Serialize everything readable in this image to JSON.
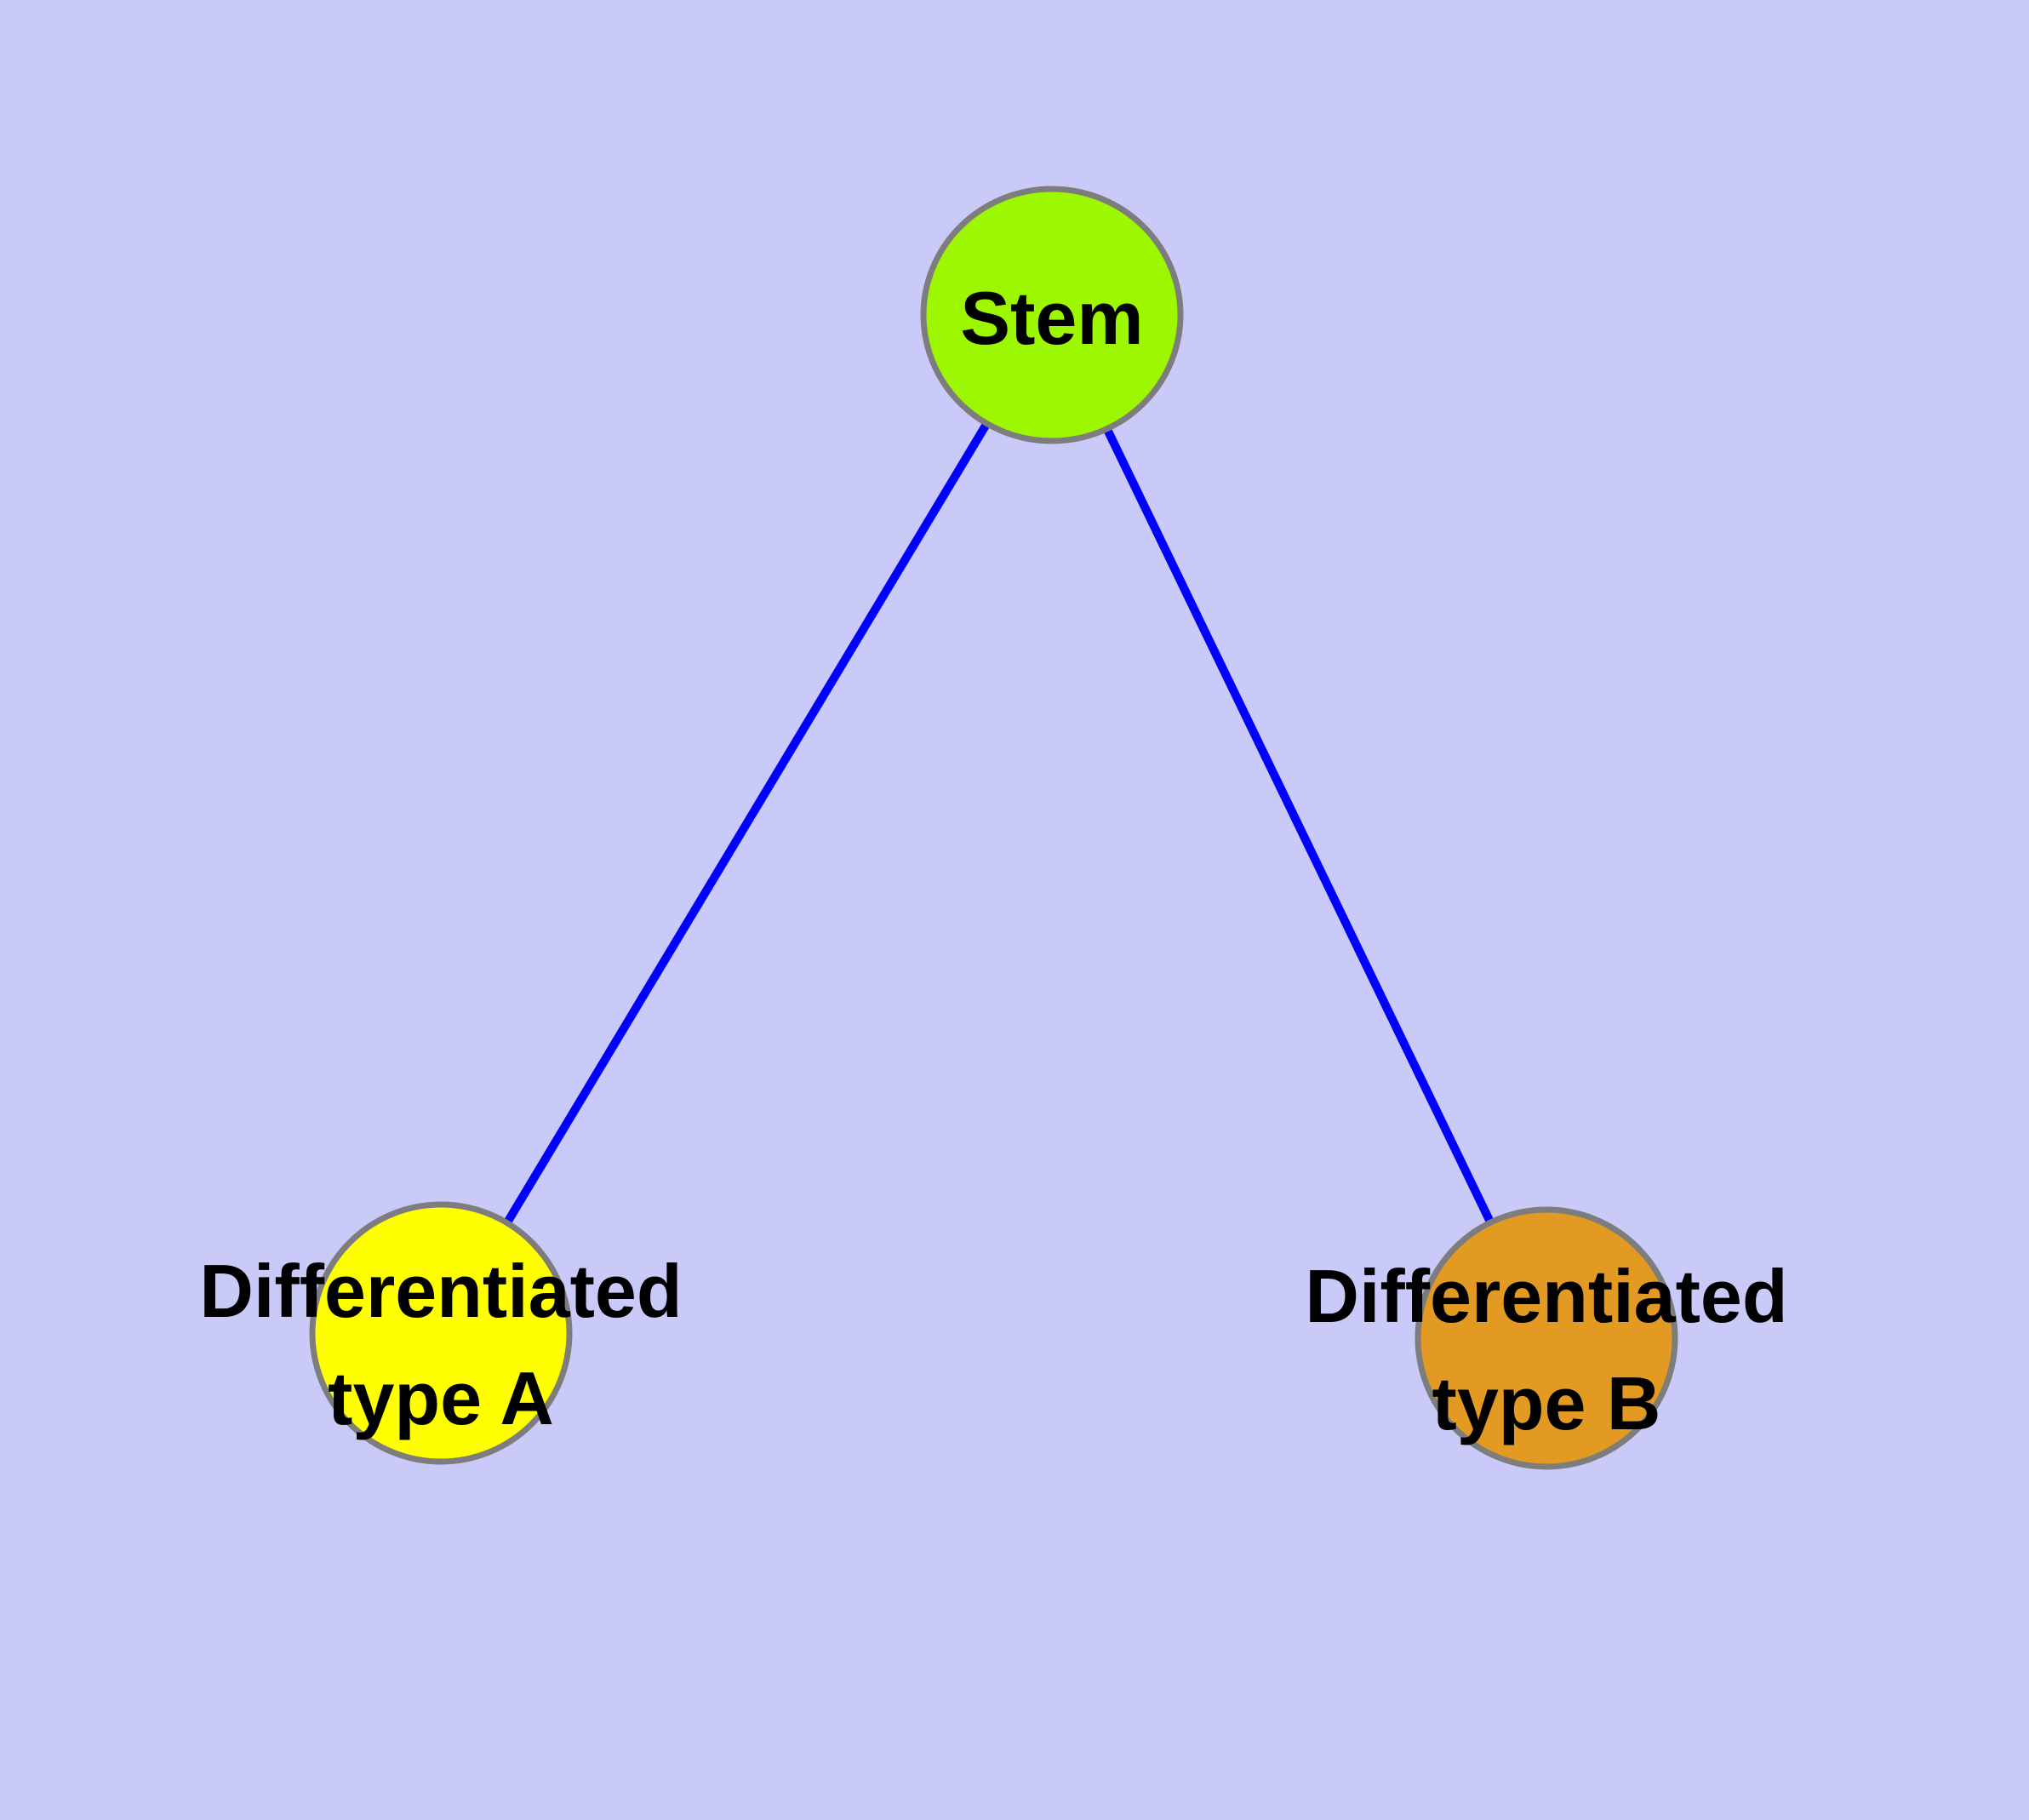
{
  "diagram": {
    "background_color": "#CACAF8",
    "edge_color": "#0000FF",
    "node_border_color": "#7D7D7D",
    "label_color": "#000000",
    "nodes": {
      "stem": {
        "label": "Stem",
        "fill": "#9CF700"
      },
      "type_a": {
        "label": "Differentiated type A",
        "label_line1": "Differentiated",
        "label_line2": "type A",
        "fill": "#FFFF00"
      },
      "type_b": {
        "label": "Differentiated type B",
        "label_line1": "Differentiated",
        "label_line2": "type B",
        "fill": "#E29A22"
      }
    },
    "edges": [
      {
        "from": "Stem",
        "to": "Differentiated type A"
      },
      {
        "from": "Stem",
        "to": "Differentiated type B"
      }
    ]
  }
}
